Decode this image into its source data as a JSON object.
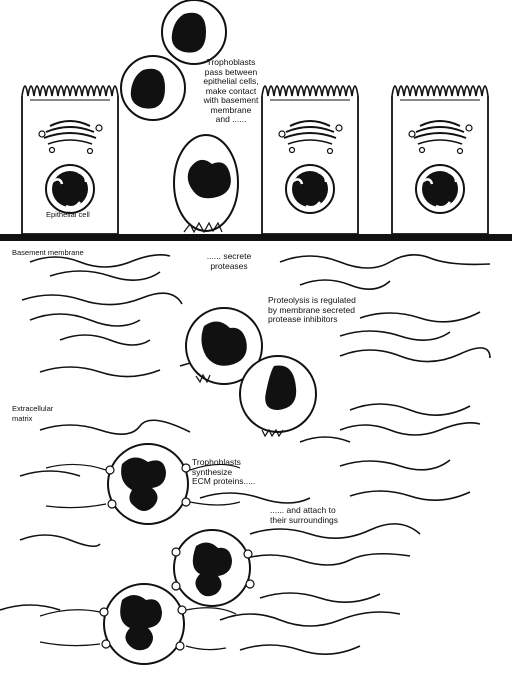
{
  "labels": {
    "trophoblasts_pass": "Trophoblasts\npass between\nepithelial cells,\nmake contact\nwith basement\nmembrane\nand ......",
    "epithelial_cell": "Epithelial cell",
    "basement_membrane": "Basement membrane",
    "secrete_proteases": "...... secrete\nproteases",
    "proteolysis": "Proteolysis is regulated\nby membrane secreted\nprotease inhibitors",
    "extracellular_matrix": "Extracellular\nmatrix",
    "synthesize_ecm": "Trophoblasts\nsynthesize\nECM proteins.....",
    "attach": "...... and attach to\ntheir surroundings"
  }
}
